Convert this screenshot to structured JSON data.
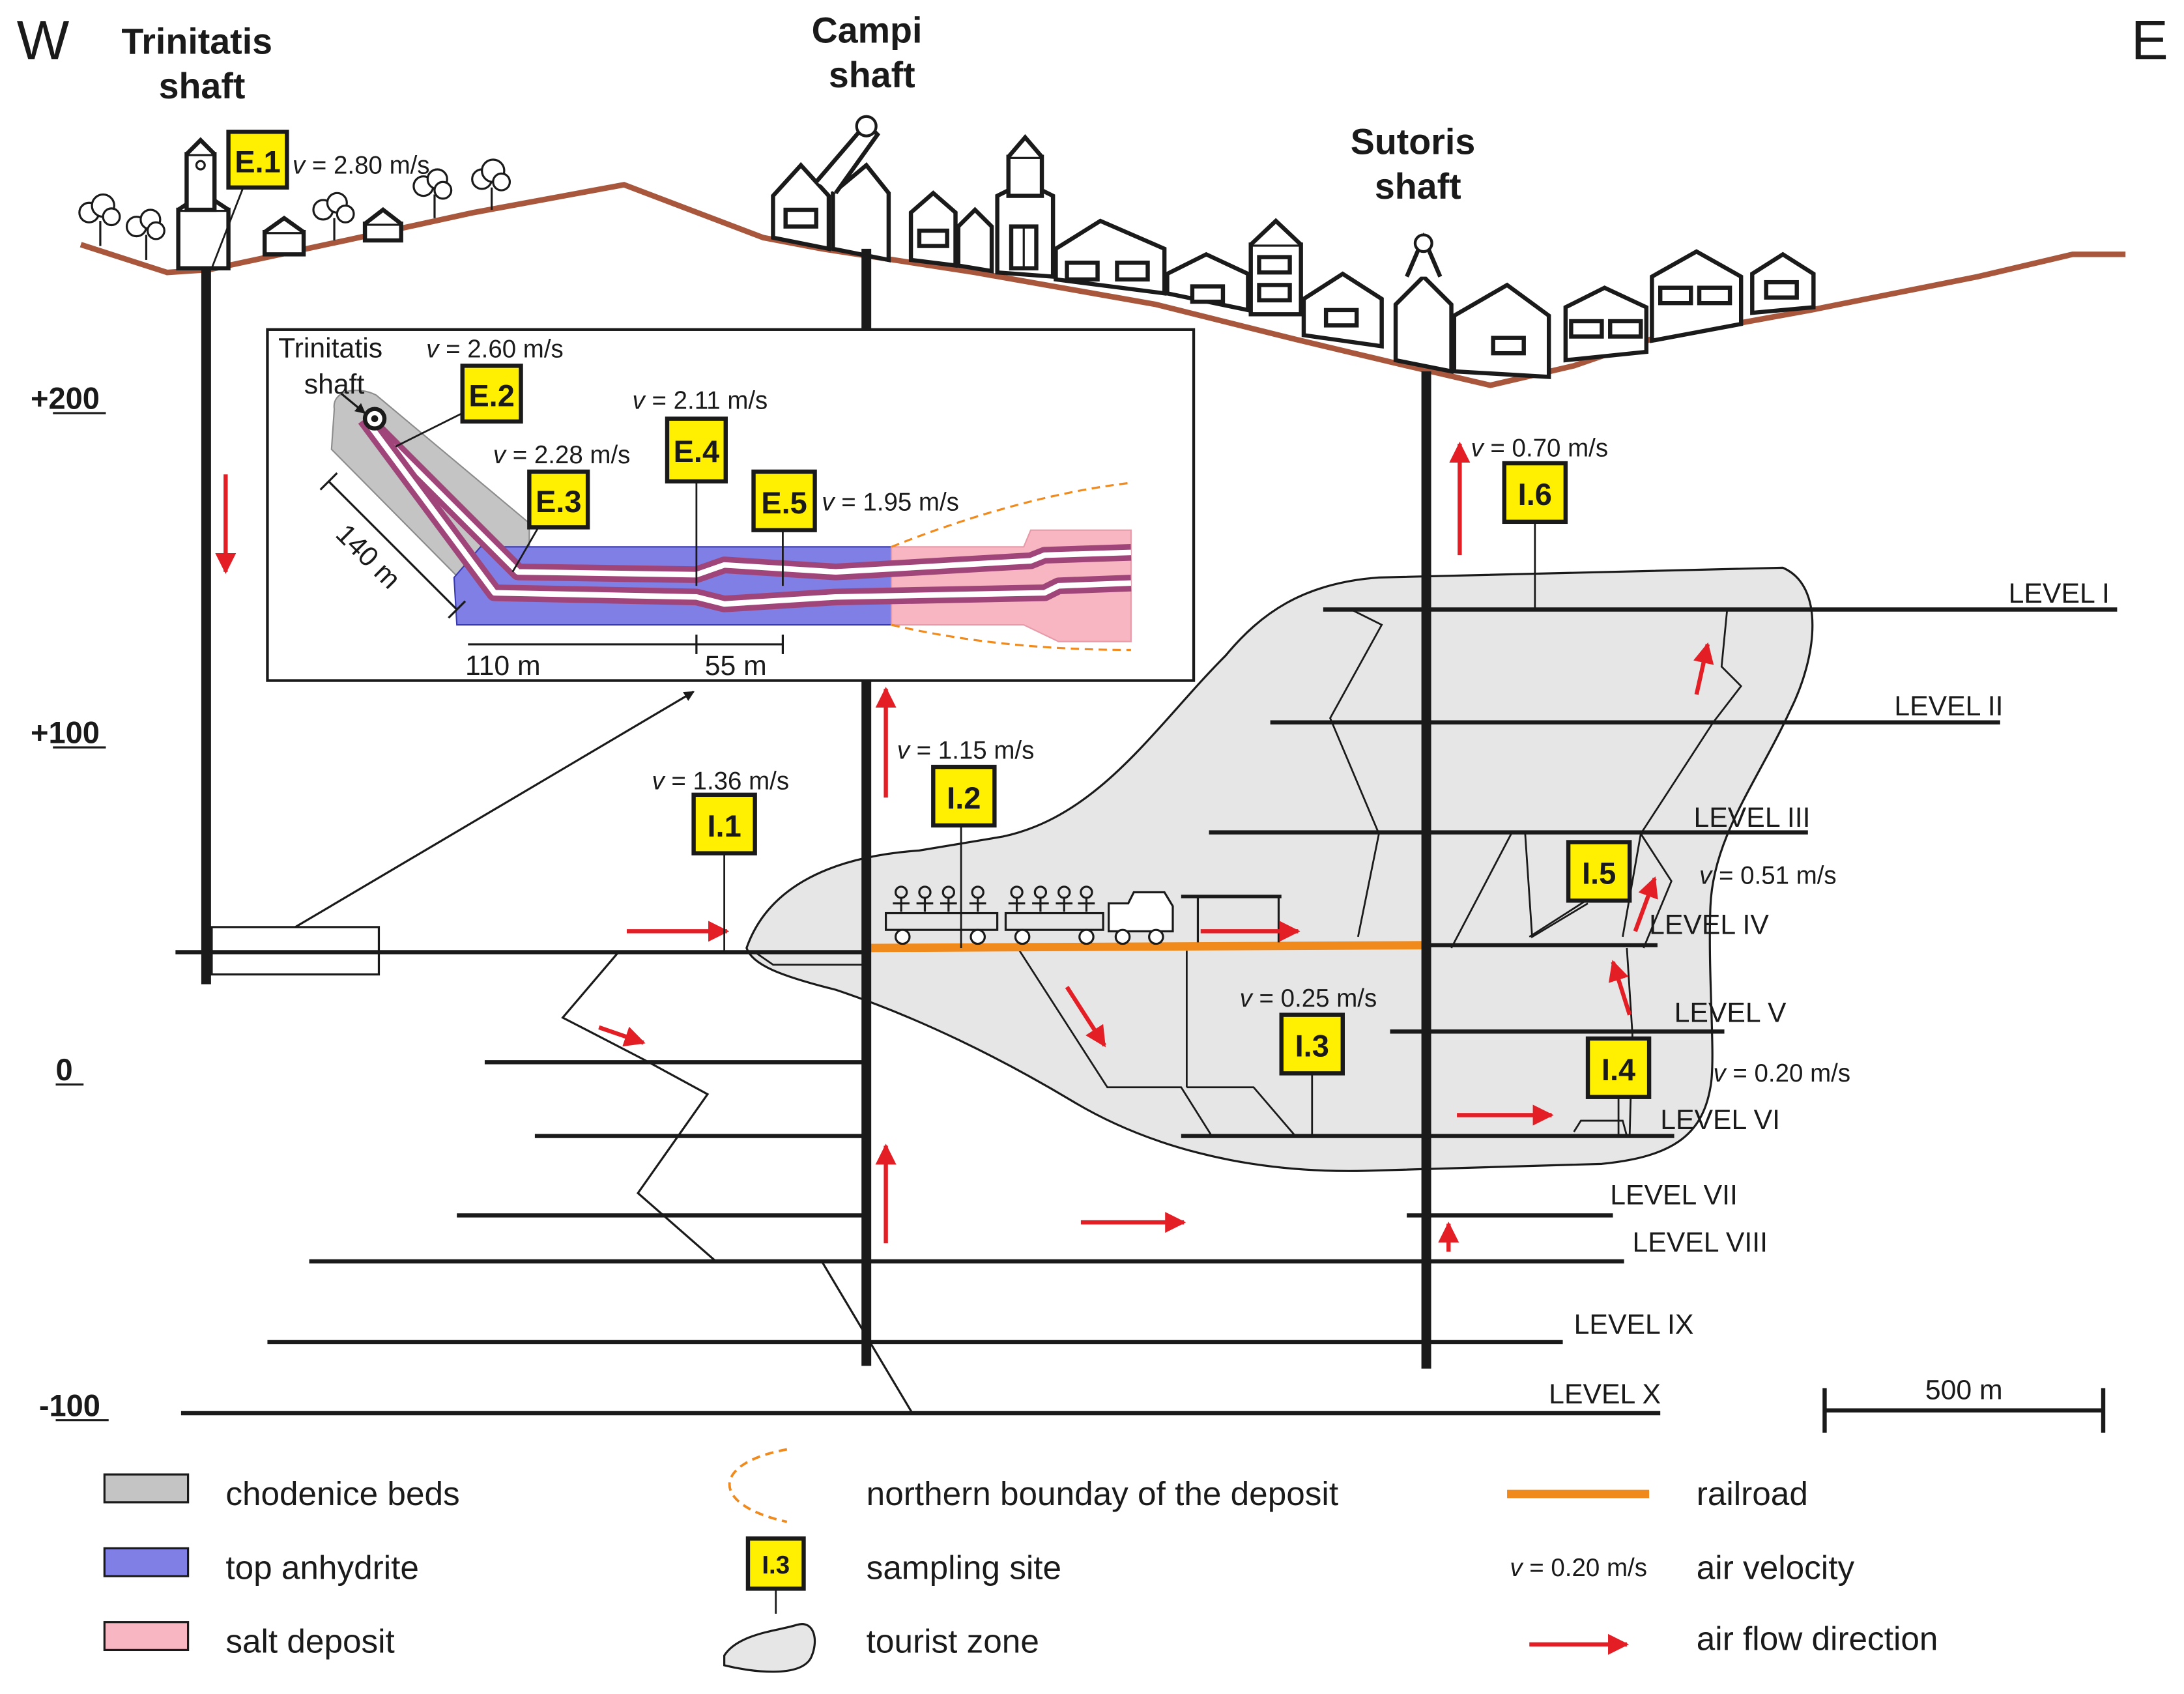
{
  "compass": {
    "west": "W",
    "east": "E"
  },
  "shafts": {
    "trinitatis": [
      "Trinitatis",
      "shaft"
    ],
    "campi": [
      "Campi",
      "shaft"
    ],
    "sutoris": [
      "Sutoris",
      "shaft"
    ]
  },
  "elevations": [
    "+200",
    "+100",
    "0",
    "-100"
  ],
  "levels": [
    "LEVEL I",
    "LEVEL II",
    "LEVEL III",
    "LEVEL IV",
    "LEVEL V",
    "LEVEL VI",
    "LEVEL VII",
    "LEVEL VIII",
    "LEVEL IX",
    "LEVEL X"
  ],
  "sampling_sites": {
    "E1": "E.1",
    "E2": "E.2",
    "E3": "E.3",
    "E4": "E.4",
    "E5": "E.5",
    "I1": "I.1",
    "I2": "I.2",
    "I3": "I.3",
    "I4": "I.4",
    "I5": "I.5",
    "I6": "I.6"
  },
  "velocities": {
    "v_prefix": "v",
    "E1": "= 2.80 m/s",
    "E2": "= 2.60 m/s",
    "E3": "= 2.28 m/s",
    "E4": "= 2.11 m/s",
    "E5": "= 1.95 m/s",
    "I1": "= 1.36 m/s",
    "I2": "= 1.15 m/s",
    "I3": "= 0.25 m/s",
    "I4": "= 0.20 m/s",
    "I5": "= 0.51 m/s",
    "I6": "= 0.70 m/s"
  },
  "inset": {
    "shaft_label": [
      "Trinitatis",
      "shaft"
    ],
    "dim_140": "140 m",
    "dim_110": "110 m",
    "dim_55": "55 m"
  },
  "scale_bar": "500 m",
  "legend": {
    "chodenice": "chodenice beds",
    "anhydrite": "top anhydrite",
    "salt": "salt deposit",
    "boundary": "northern bounday of the deposit",
    "sampling": "sampling site",
    "sampling_example": "I.3",
    "tourist": "tourist zone",
    "railroad": "railroad",
    "velocity_example": "= 0.20 m/s",
    "velocity": "air velocity",
    "flow": "air flow direction"
  },
  "colors": {
    "ground": "#a8573d",
    "railroad": "#f08a1c",
    "arrow": "#e31e24",
    "site": "#ffef00",
    "tourist": "#e6e6e6",
    "chodenice": "#c4c4c4",
    "anhydrite": "#7f7fe6",
    "salt": "#f7b6c2",
    "gallery": "#a0457a"
  }
}
